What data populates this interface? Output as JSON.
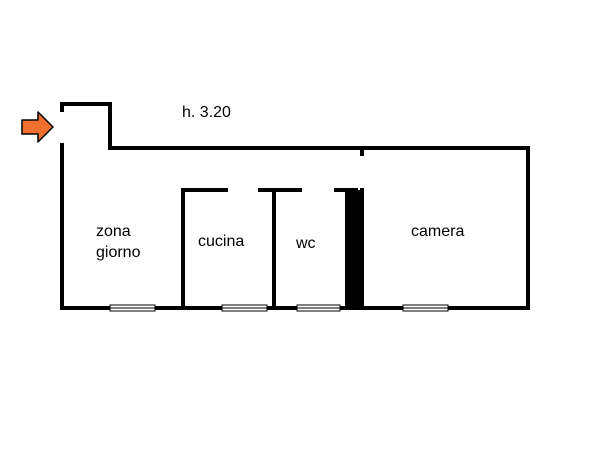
{
  "plan": {
    "height_label": "h. 3.20",
    "rooms": [
      {
        "lines": [
          "zona",
          "giorno"
        ]
      },
      {
        "lines": [
          "cucina"
        ]
      },
      {
        "lines": [
          "wc"
        ]
      },
      {
        "lines": [
          "camera"
        ]
      }
    ],
    "colors": {
      "entrance_arrow": "#f07030",
      "walls": "#000000",
      "background": "#ffffff"
    },
    "icons": {
      "entrance": "entrance-arrow-icon"
    }
  }
}
